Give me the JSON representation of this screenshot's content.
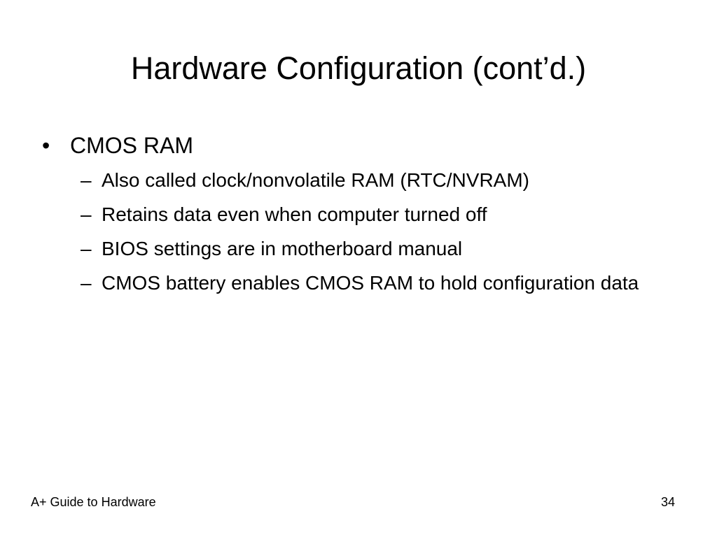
{
  "slide": {
    "title": "Hardware Configuration (cont’d.)",
    "bullets": [
      {
        "marker": "•",
        "text": "CMOS RAM",
        "sub_items": [
          {
            "marker": "–",
            "text": "Also called clock/nonvolatile RAM (RTC/NVRAM)"
          },
          {
            "marker": "–",
            "text": "Retains data even when computer turned off"
          },
          {
            "marker": "–",
            "text": "BIOS settings are in motherboard manual"
          },
          {
            "marker": "–",
            "text": "CMOS battery enables CMOS RAM to hold configuration data"
          }
        ]
      }
    ]
  },
  "footer": {
    "left_text": "A+ Guide to Hardware",
    "page_number": "34"
  }
}
